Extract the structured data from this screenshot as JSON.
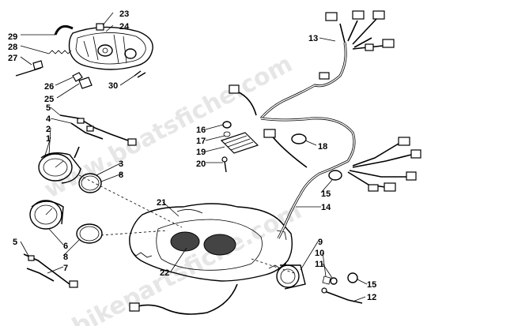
{
  "watermark": {
    "text_1": "www.boatsfiche.com",
    "text_2": "bikepartsfiche.com"
  },
  "callouts": {
    "c1": "1",
    "c2": "2",
    "c3": "3",
    "c4": "4",
    "c5": "5",
    "c6": "6",
    "c7": "7",
    "c8": "8",
    "c9": "9",
    "c10": "10",
    "c11": "11",
    "c12": "12",
    "c13": "13",
    "c14": "14",
    "c15": "15",
    "c16": "16",
    "c17": "17",
    "c18": "18",
    "c19": "19",
    "c20": "20",
    "c21": "21",
    "c22": "22",
    "c23": "23",
    "c24": "24",
    "c25": "25",
    "c26": "26",
    "c27": "27",
    "c28": "28",
    "c29": "29",
    "c30": "30"
  }
}
